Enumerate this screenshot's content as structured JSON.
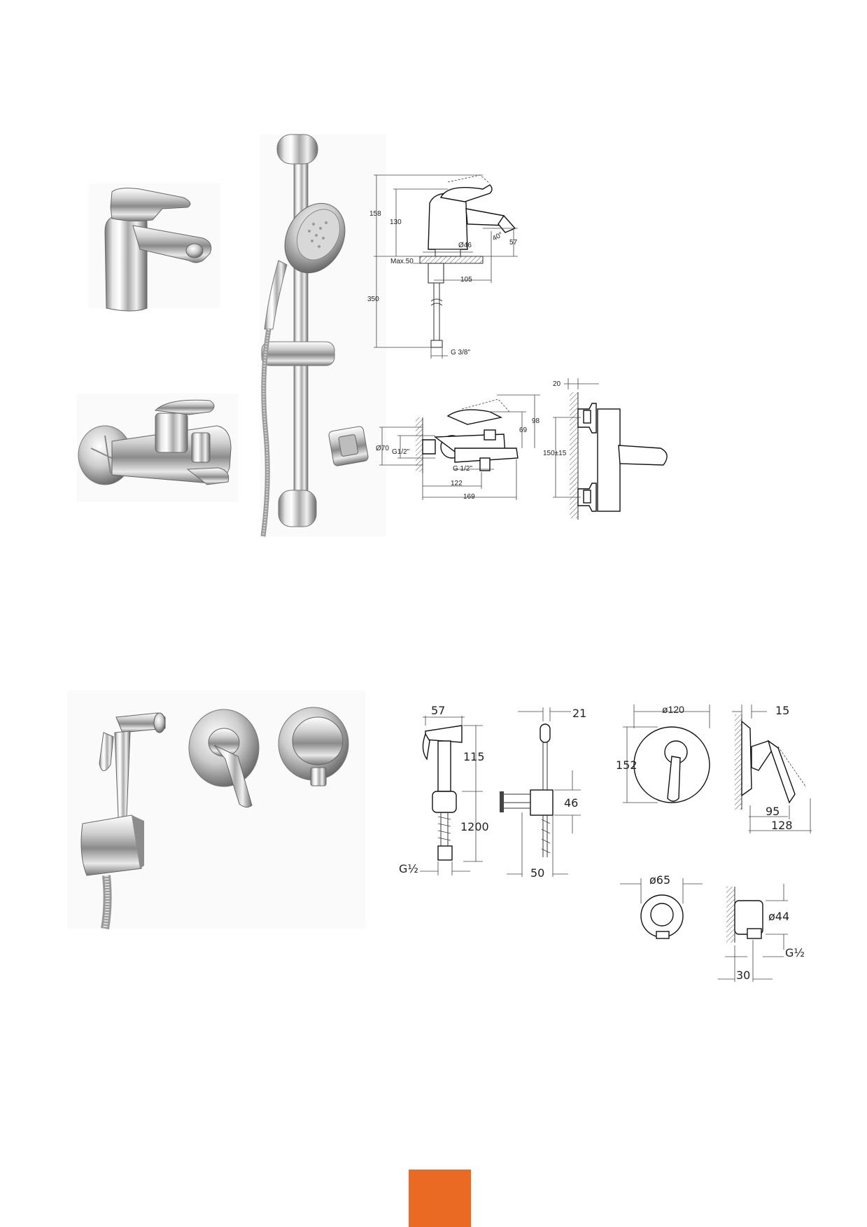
{
  "colors": {
    "page_background": "#ffffff",
    "accent_tab": "#ea6a24",
    "chrome_light": "#f4f4f4",
    "chrome_dark": "#6e6e6e"
  },
  "upper_set": {
    "basin_mixer_drawing": {
      "total_height": "158",
      "spout_height": "130",
      "spout_drop": "57",
      "spout_angle": "40°",
      "base_diameter": "Ø46",
      "max_deck": "Max.50",
      "reach": "105",
      "hose_length": "350",
      "connection": "G 3/8\""
    },
    "bath_mixer_drawing": {
      "flange_diameter": "Ø70",
      "inlet_thread": "G1/2\"",
      "outlet_thread": "G 1/2\"",
      "height_98": "98",
      "height_69": "69",
      "depth_122": "122",
      "depth_169": "169",
      "wall_offset": "20",
      "centres": "150±15"
    }
  },
  "lower_set": {
    "bidet_spray_drawing": {
      "head_width": "57",
      "head_height": "115",
      "hose_length": "1200",
      "thread": "G½",
      "holder_offset": "21",
      "holder_height": "46",
      "holder_depth": "50"
    },
    "concealed_mixer_drawing": {
      "rosette_diameter": "ø120",
      "rosette_height": "152",
      "plate_depth": "15",
      "lever_depth": "95",
      "total_depth": "128"
    },
    "wall_outlet_drawing": {
      "diameter": "ø65",
      "height": "ø44",
      "thread": "G½",
      "depth": "30"
    }
  }
}
